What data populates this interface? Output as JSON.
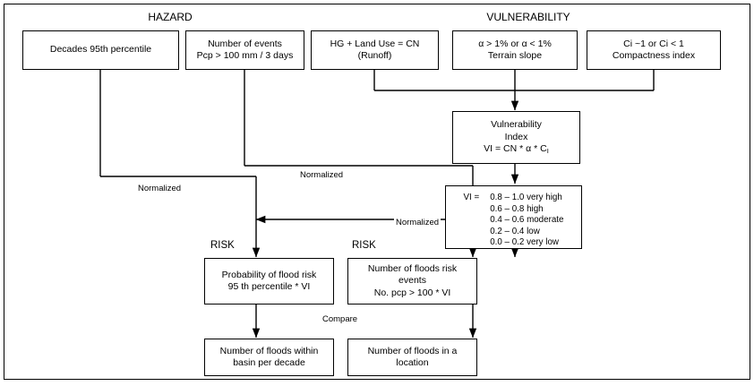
{
  "diagram": {
    "sections": [
      {
        "id": "hazard",
        "title": "HAZARD"
      },
      {
        "id": "vulnerability",
        "title": "VULNERABILITY"
      }
    ],
    "nodes": {
      "decades": {
        "line1": "Decades 95th percentile"
      },
      "events": {
        "line1": "Number of events",
        "line2": "Pcp > 100 mm / 3 days"
      },
      "runoff": {
        "line1": "HG + Land Use = CN",
        "line2": "(Runoff)"
      },
      "slope": {
        "line1": "α > 1% or α < 1%",
        "line2": "Terrain slope"
      },
      "compactness": {
        "line1": "Ci ~1 or Ci < 1",
        "line2": "Compactness index"
      },
      "vulnerability_index": {
        "line1": "Vulnerability",
        "line2": "Index",
        "formula_prefix": "VI = CN * α * C",
        "formula_sub": "I"
      },
      "vi_scale": {
        "key": "VI =",
        "rows": [
          "0.8 – 1.0 very high",
          "0.6 – 0.8 high",
          "0.4 – 0.6 moderate",
          "0.2 – 0.4 low",
          "0.0 – 0.2 very low"
        ]
      },
      "risk_probability": {
        "line1": "Probability of flood risk",
        "line2": "95 th percentile * VI"
      },
      "risk_events": {
        "line1": "Number of floods risk",
        "line2": "events",
        "line3": "No. pcp > 100 * VI"
      },
      "floods_basin": {
        "line1": "Number of floods within",
        "line2": "basin per decade"
      },
      "floods_location": {
        "line1": "Number of floods in a",
        "line2": "location"
      }
    },
    "labels": {
      "risk_left": "RISK",
      "risk_right": "RISK",
      "normalized_left": "Normalized",
      "normalized_mid": "Normalized",
      "normalized_right": "Normalized",
      "compare": "Compare"
    },
    "colors": {
      "stroke": "#000000",
      "background": "#ffffff",
      "text": "#000000"
    }
  }
}
